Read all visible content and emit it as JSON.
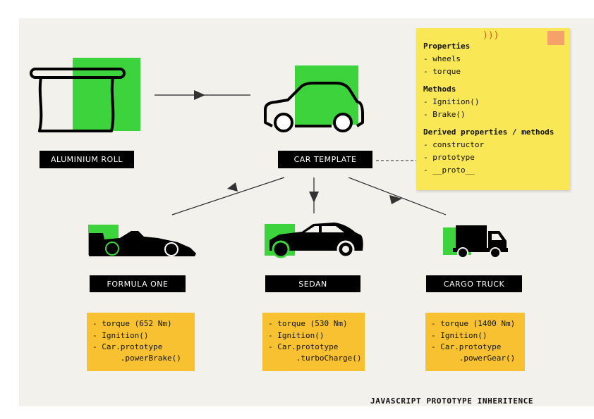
{
  "title": "JAVASCRIPT PROTOTYPE INHERITENCE",
  "colors": {
    "background": "#f2f1ec",
    "accent_green": "#3cd33c",
    "note_yellow": "#fae755",
    "card_orange": "#f8c131",
    "label_black": "#000000"
  },
  "nodes": {
    "aluminium_roll": {
      "label": "ALUMINIUM ROLL",
      "icon": "aluminium-roll-icon"
    },
    "car_template": {
      "label": "CAR TEMPLATE",
      "icon": "car-outline-icon"
    },
    "formula_one": {
      "label": "FORMULA ONE",
      "icon": "formula-one-car-icon"
    },
    "sedan": {
      "label": "SEDAN",
      "icon": "sedan-car-icon"
    },
    "cargo_truck": {
      "label": "CARGO TRUCK",
      "icon": "cargo-truck-icon"
    }
  },
  "sticky_note": {
    "squiggle": ")))",
    "properties_heading": "Properties",
    "properties": [
      "- wheels",
      "- torque"
    ],
    "methods_heading": "Methods",
    "methods": [
      "- Ignition()",
      "- Brake()"
    ],
    "derived_heading": "Derived properties / methods",
    "derived": [
      "- constructor",
      "- prototype",
      "- __proto__"
    ]
  },
  "cards": {
    "formula_one": [
      "- torque (652 Nm)",
      "- Ignition()",
      "- Car.prototype",
      "      .powerBrake()"
    ],
    "sedan": [
      "- torque (530 Nm)",
      "- Ignition()",
      "- Car.prototype",
      "      .turboCharge()"
    ],
    "cargo_truck": [
      "- torque (1400 Nm)",
      "- Ignition()",
      "- Car.prototype",
      "      .powerGear()"
    ]
  }
}
